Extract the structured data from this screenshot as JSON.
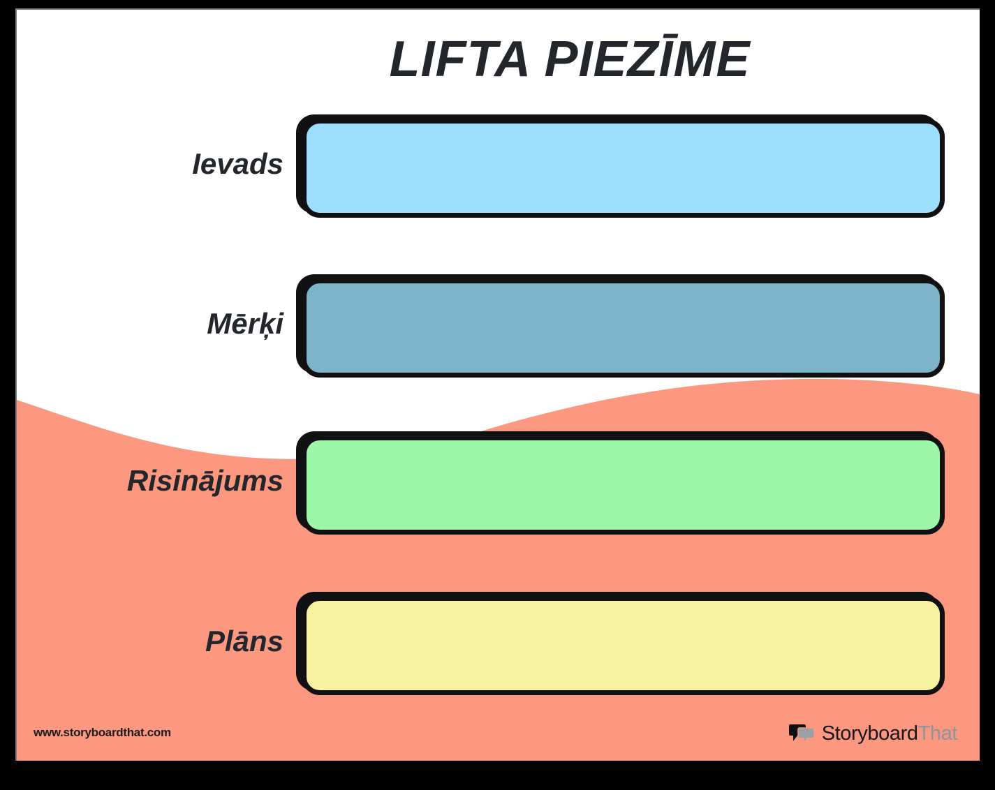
{
  "poster": {
    "title": "LIFTA PIEZĪME",
    "background_color": "#FC9780",
    "canvas_color": "#FFFFFF",
    "frame_color": "#000000",
    "text_color": "#23272B"
  },
  "rows": [
    {
      "label": "Ievads",
      "box_value": "",
      "box_placeholder": "",
      "fill": "#9CDFFC"
    },
    {
      "label": "Mērķi",
      "box_value": "",
      "box_placeholder": "",
      "fill": "#7CB3C8"
    },
    {
      "label": "Risinājums",
      "box_value": "",
      "box_placeholder": "",
      "fill": "#9DF7A8"
    },
    {
      "label": "Plāns",
      "box_value": "",
      "box_placeholder": "",
      "fill": "#F8F2A0"
    }
  ],
  "footer": {
    "url": "www.storyboardthat.com",
    "brand_part1": "Storyboard",
    "brand_part2": "That",
    "logo_icon": "speech-bubbles-icon",
    "brand_part1_color": "#15181C",
    "brand_part2_color": "#8D959D"
  }
}
